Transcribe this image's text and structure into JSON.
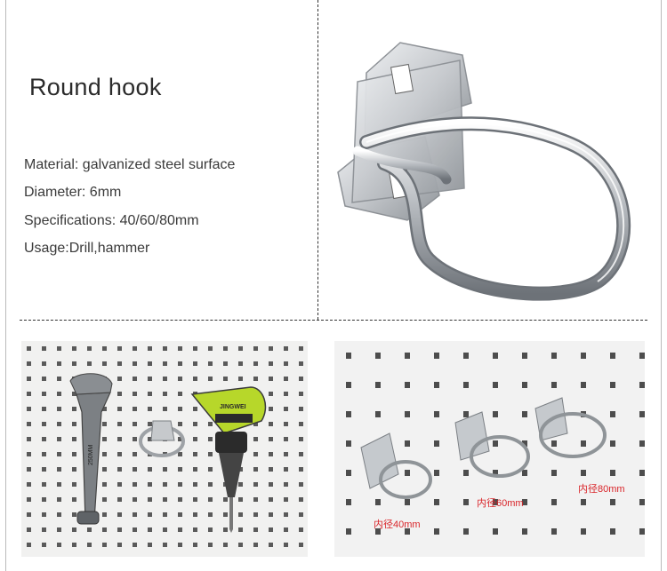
{
  "product": {
    "title": "Round hook",
    "specs": [
      "Material: galvanized steel surface",
      "Diameter: 6mm",
      "Specifications: 40/60/80mm",
      "Usage:Drill,hammer"
    ]
  },
  "size_labels": [
    "内径40mm",
    "内径60mm",
    "内径80mm"
  ],
  "drill_brand": "JINGWEI",
  "wrench_text": "250MM",
  "colors": {
    "text": "#333333",
    "title": "#2b2b2b",
    "label_red": "#d9252a",
    "pegboard": "#f1f1f0",
    "pegboard_hole": "#5a5a5a",
    "drill_green": "#b7d72a",
    "drill_dark": "#2b2b2b"
  }
}
